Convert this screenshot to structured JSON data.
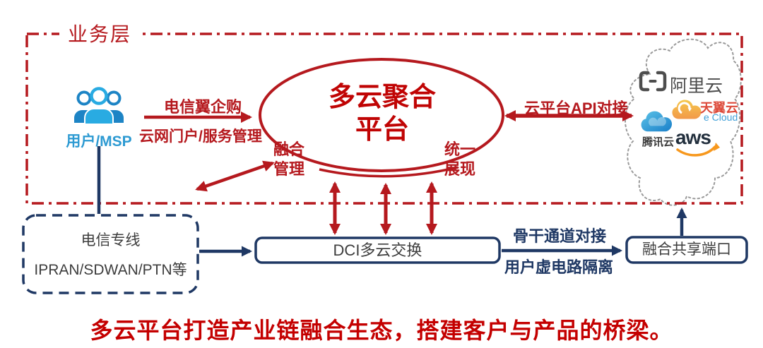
{
  "business_layer": {
    "label": "业务层"
  },
  "user": {
    "label": "用户/MSP"
  },
  "platform": {
    "title": "多云聚合平台",
    "left_note": "融合管理",
    "right_note": "统一展现"
  },
  "flows": {
    "purchase": "电信翼企购",
    "portal": "云网门户/服务管理",
    "api": "云平台API对接",
    "backbone": "骨干通道对接",
    "isolation": "用户虚电路隔离"
  },
  "boxes": {
    "network": {
      "line1": "电信专线",
      "line2": "IPRAN/SDWAN/PTN等"
    },
    "dci": {
      "label": "DCI多云交换"
    },
    "port": {
      "label": "融合共享端口"
    }
  },
  "cloud_providers": {
    "alibaba": {
      "name": "阿里云"
    },
    "ecloud": {
      "name": "天翼云",
      "sub": "e Cloud"
    },
    "tencent": {
      "name": "腾讯云"
    },
    "aws": {
      "name": "aws"
    }
  },
  "tagline": "多云平台打造产业链融合生态，搭建客户与产品的桥梁。",
  "colors": {
    "red": "#b5191e",
    "title_red": "#c00404",
    "navy": "#1f3864",
    "user_blue": "#29abe2",
    "aws_orange": "#f7981d",
    "ecloud_orange": "#f2994a",
    "tencent_blue": "#2ea7e0",
    "cloud_outline_gray": "#9a9a9a"
  }
}
